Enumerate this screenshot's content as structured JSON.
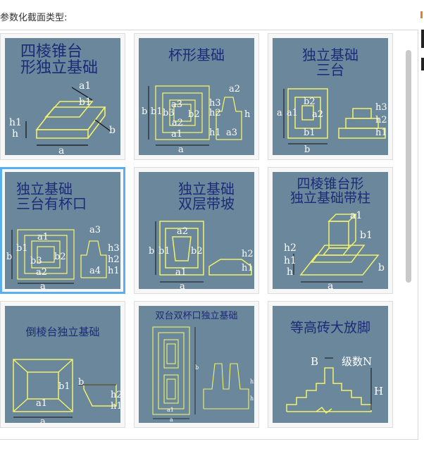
{
  "header": {
    "title": "参数化截面类型:"
  },
  "grid": {
    "items": [
      {
        "title_lines": [
          "四棱锥台",
          "形独立基础"
        ],
        "labels": [
          "a1",
          "b1",
          "h1",
          "h",
          "b",
          "a"
        ]
      },
      {
        "title_lines": [
          "杯形基础"
        ],
        "labels": [
          "b",
          "b1",
          "b3",
          "b2",
          "a3",
          "a2",
          "a1",
          "a",
          "h3",
          "h2",
          "h1",
          "h",
          "a2",
          "a3"
        ]
      },
      {
        "title_lines": [
          "独立基础",
          "三台"
        ],
        "labels": [
          "a",
          "a1",
          "b2",
          "a2",
          "b1",
          "b",
          "h3",
          "h2",
          "h1"
        ]
      },
      {
        "title_lines": [
          "独立基础",
          "三台有杯口"
        ],
        "labels": [
          "a1",
          "a3",
          "b1",
          "b3",
          "b2",
          "a2",
          "a",
          "a4",
          "h3",
          "h2",
          "h1",
          "b"
        ]
      },
      {
        "title_lines": [
          "独立基础",
          "双层带坡"
        ],
        "labels": [
          "a2",
          "b",
          "b1",
          "b2",
          "a1",
          "a",
          "h2",
          "h1"
        ]
      },
      {
        "title_lines": [
          "四棱锥台形",
          "独立基础带柱"
        ],
        "labels": [
          "a1",
          "b1",
          "h2",
          "h1",
          "h",
          "b",
          "a"
        ]
      },
      {
        "title_lines": [
          "倒棱台独立基础"
        ],
        "labels": [
          "b1",
          "a1",
          "a",
          "b",
          "h2",
          "h1"
        ]
      },
      {
        "title_lines": [
          "双台双杯口独立基础"
        ],
        "labels": [
          "a1",
          "a",
          "b",
          "h2",
          "h1"
        ]
      },
      {
        "title_lines": [
          "等高砖大放脚"
        ],
        "labels": [
          "B",
          "级数N",
          "H"
        ]
      }
    ]
  }
}
